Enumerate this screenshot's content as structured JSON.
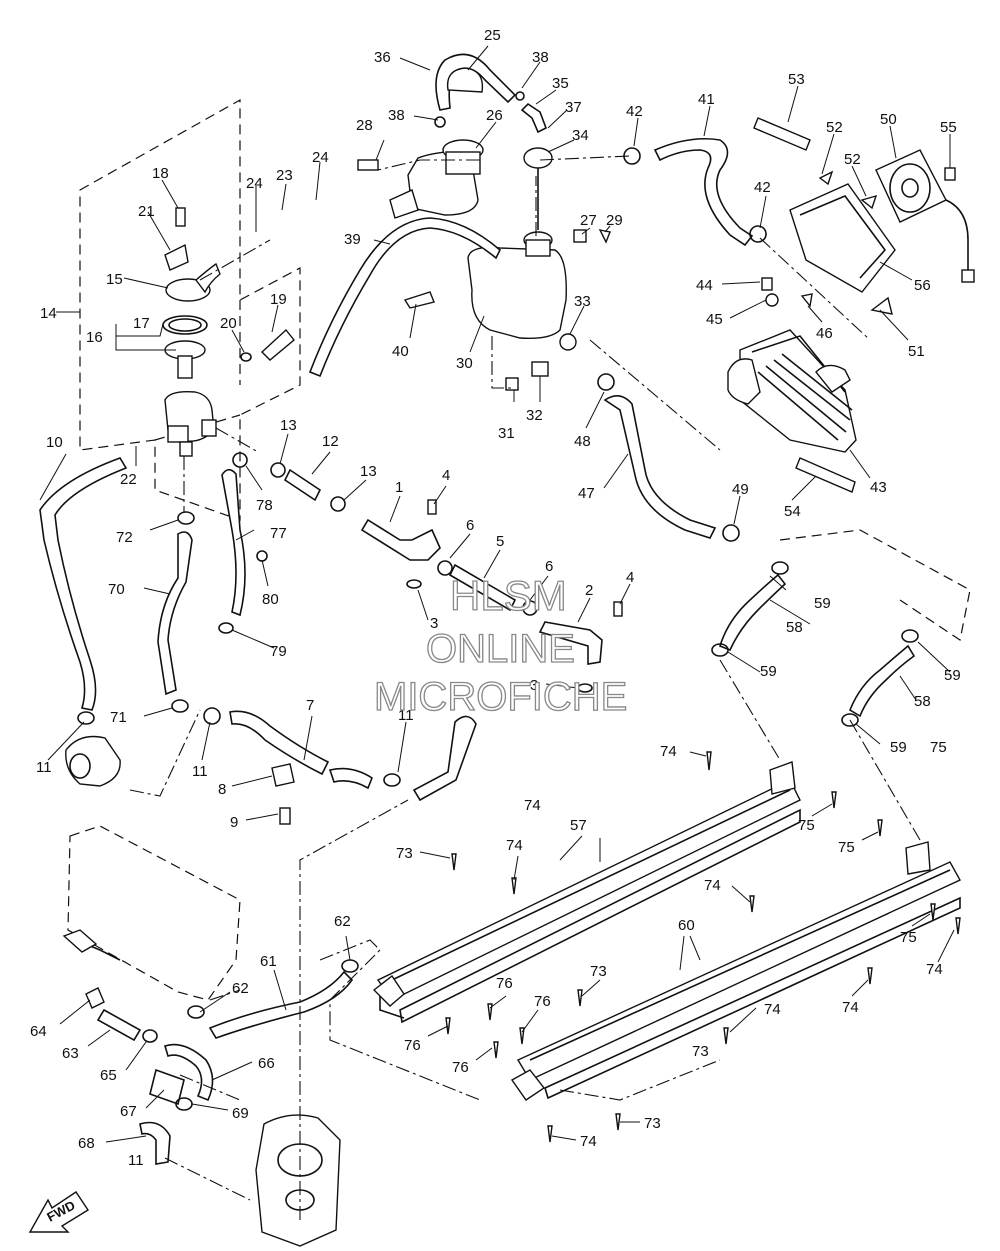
{
  "watermark": {
    "line1": "HLSM",
    "line2": "ONLINE",
    "line3": "MICROFICHE"
  },
  "direction_label": "FWD",
  "callouts": [
    "1",
    "2",
    "3",
    "3",
    "4",
    "4",
    "5",
    "6",
    "6",
    "7",
    "8",
    "9",
    "10",
    "11",
    "11",
    "11",
    "11",
    "12",
    "13",
    "13",
    "14",
    "15",
    "16",
    "17",
    "18",
    "19",
    "20",
    "21",
    "22",
    "23",
    "24",
    "24",
    "25",
    "26",
    "27",
    "28",
    "29",
    "30",
    "31",
    "32",
    "33",
    "34",
    "35",
    "36",
    "37",
    "38",
    "38",
    "39",
    "40",
    "41",
    "42",
    "42",
    "43",
    "44",
    "45",
    "46",
    "47",
    "48",
    "49",
    "50",
    "51",
    "52",
    "52",
    "53",
    "54",
    "55",
    "56",
    "57",
    "58",
    "58",
    "59",
    "59",
    "59",
    "59",
    "60",
    "61",
    "62",
    "62",
    "63",
    "64",
    "65",
    "66",
    "67",
    "68",
    "69",
    "70",
    "71",
    "72",
    "73",
    "73",
    "73",
    "73",
    "74",
    "74",
    "74",
    "74",
    "74",
    "74",
    "74",
    "74",
    "75",
    "75",
    "75",
    "75",
    "76",
    "76",
    "76",
    "76",
    "77",
    "78",
    "79",
    "80"
  ]
}
